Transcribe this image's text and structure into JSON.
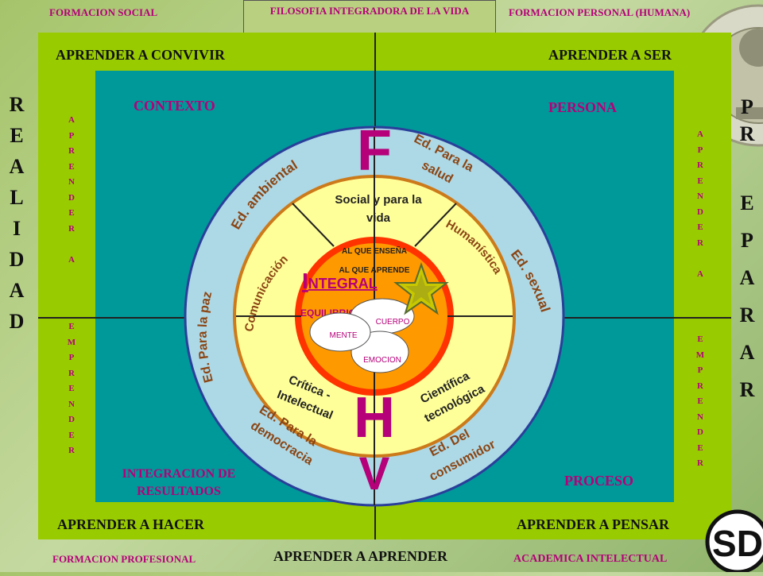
{
  "header": {
    "top_left": "FORMACION SOCIAL",
    "top_center": "FILOSOFIA INTEGRADORA DE LA VIDA",
    "top_right": "FORMACION PERSONAL (HUMANA)"
  },
  "footer": {
    "bottom_left": "FORMACION  PROFESIONAL",
    "bottom_center": "APRENDER A APRENDER",
    "bottom_right": "ACADEMICA INTELECTUAL"
  },
  "quadrants": {
    "top_left": "APRENDER A CONVIVIR",
    "top_right": "APRENDER A SER",
    "bottom_left": "APRENDER A HACER",
    "bottom_right": "APRENDER A PENSAR"
  },
  "inner_labels": {
    "top_left": "CONTEXTO",
    "top_right": "PERSONA",
    "bottom_left": "INTEGRACION DE\nRESULTADOS",
    "bottom_right": "PROCESO"
  },
  "vertical_columns": {
    "left_top": "A\nP\nR\nE\nN\nD\nE\nR\n \nA",
    "left_bottom": "E\nM\nP\nR\nE\nN\nD\nE\nR",
    "right_top": "A\nP\nR\nE\nN\nD\nE\nR\n \nA",
    "right_bottom": "E\nM\nP\nR\nE\nN\nD\nE\nR"
  },
  "side_words": {
    "left": "R\nE\nA\nL\nI\nD\nA\nD",
    "right_head": "P\nR",
    "right_tail": "E\nP\nA\nR\nA\nR"
  },
  "diagram": {
    "letters": {
      "top": "F",
      "middle": "H",
      "bottom": "V"
    },
    "outer_ring": {
      "ed_ambiental": "Ed. ambiental",
      "ed_salud_1": "Ed. Para la",
      "ed_salud_2": "salud",
      "ed_sexual": "Ed. sexual",
      "ed_paz": "Ed. Para la paz",
      "ed_democracia_1": "Ed. Para la",
      "ed_democracia_2": "democracia",
      "ed_consumidor_1": "Ed. Del",
      "ed_consumidor_2": "consumidor"
    },
    "middle_ring": {
      "social_1": "Social y para la",
      "social_2": "vida",
      "humanistica": "Humanística",
      "comunicacion": "Comunicación",
      "critica_1": "Crítica -",
      "critica_2": "Intelectual",
      "cientifica_1": "Científica",
      "cientifica_2": "tecnológica"
    },
    "core": {
      "al_que_ensena": "AL QUE ENSEÑA",
      "al_que_aprende": "AL QUE APRENDE",
      "integral_initial": "I",
      "integral_rest": "NTEGRAL",
      "equilibrio": "EQUILIBRIO =",
      "cuerpo": "CUERPO",
      "mente": "MENTE",
      "emocion": "EMOCION"
    }
  },
  "colors": {
    "magenta": "#b5007a",
    "green": "#99cc00",
    "teal": "#009999",
    "light_blue": "#add8e6",
    "cream": "#ffff99",
    "core_orange": "#ff9900",
    "ring_red": "#ff3300",
    "ring_brown": "#cc7a1a",
    "label_brown": "#8b4513"
  },
  "icons": [
    "star-icon",
    "seal-logo-icon",
    "sd-logo-icon"
  ]
}
